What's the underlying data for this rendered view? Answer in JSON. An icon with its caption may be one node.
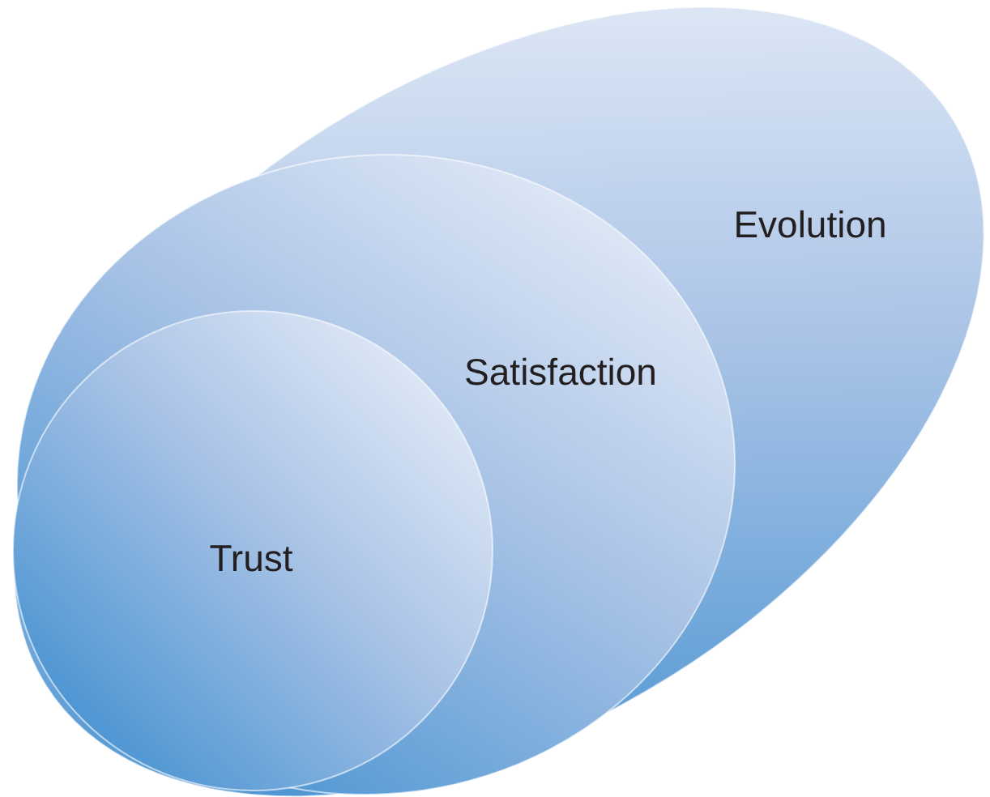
{
  "diagram": {
    "nodes": [
      {
        "text": [
          "Evolution"
        ]
      },
      {
        "text": [
          "Satisfaction"
        ],
        "in": 0
      },
      {
        "text": [
          "Trust"
        ],
        "in": 1
      }
    ]
  }
}
